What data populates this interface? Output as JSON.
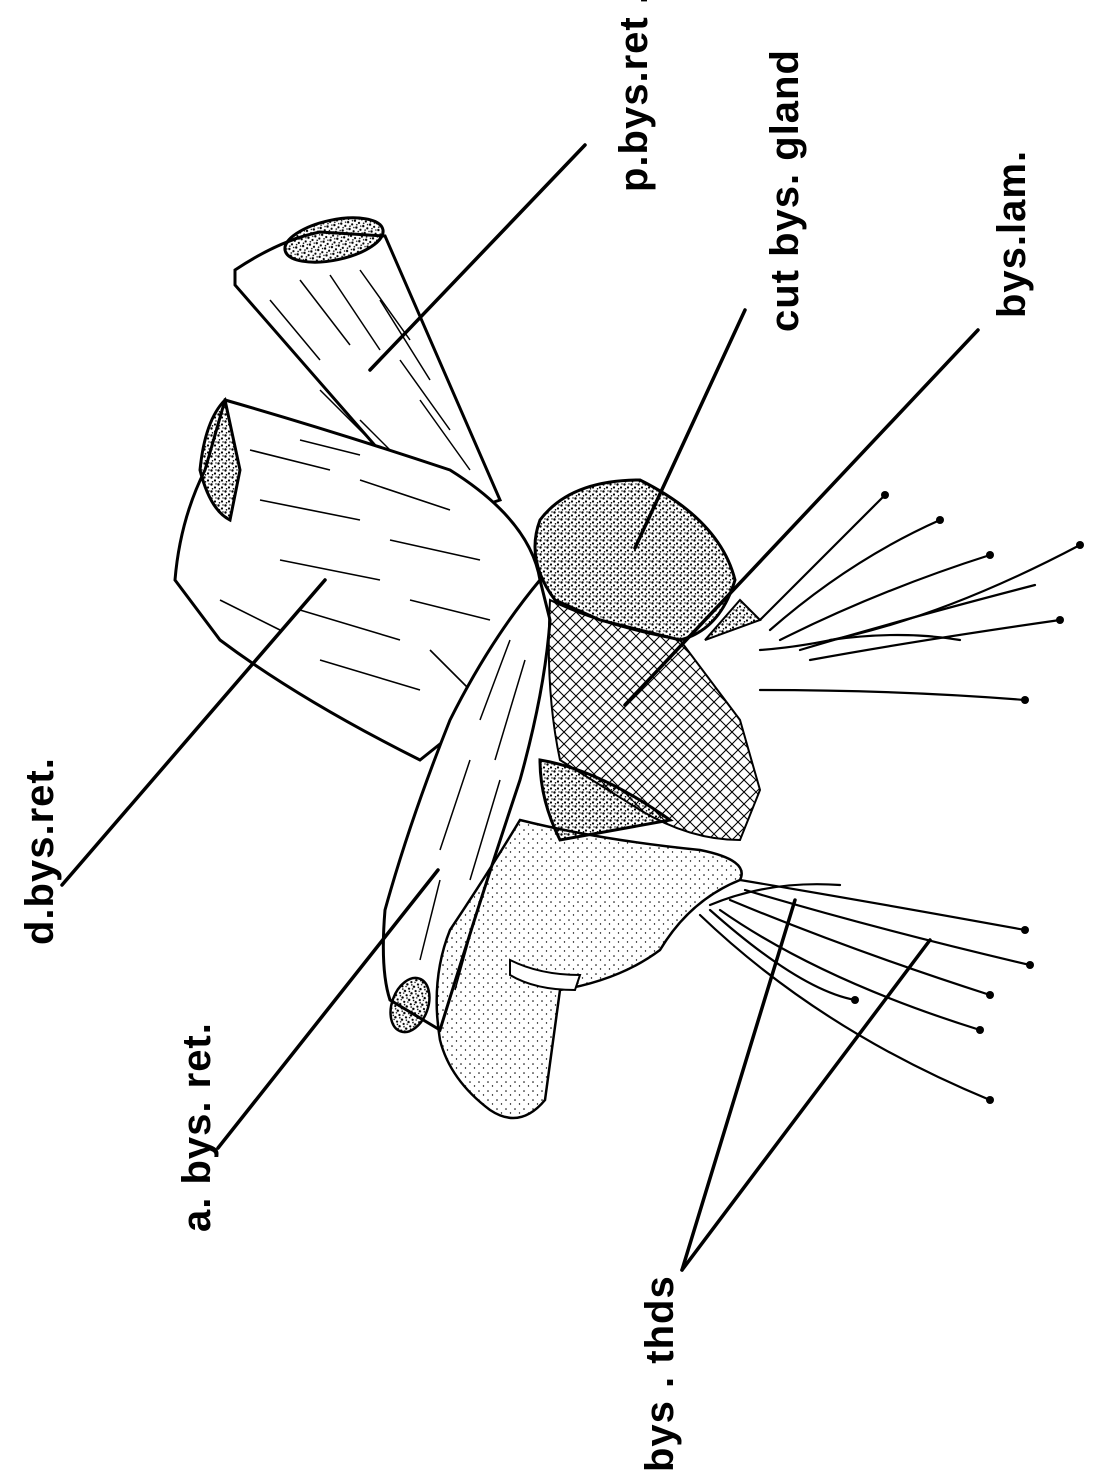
{
  "figure": {
    "labels": {
      "p_bys_ret": "p.bys.ret .",
      "cut_bys_gland": "cut  bys. gland",
      "bys_lam": "bys.lam.",
      "d_bys_ret": "d.bys.ret.",
      "a_bys_ret": "a. bys. ret.",
      "bys_thds": "bys . thds"
    },
    "colors": {
      "ink": "#000000",
      "paper": "#ffffff"
    }
  }
}
